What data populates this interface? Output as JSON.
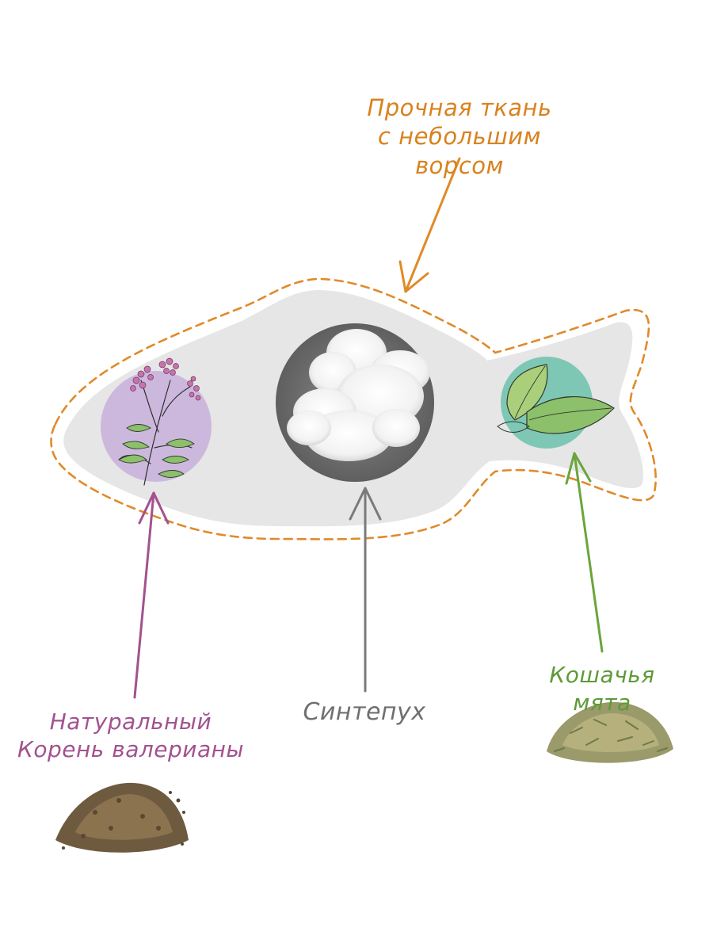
{
  "labels": {
    "fabric_line1": "Прочная ткань",
    "fabric_line2": "с небольшим ворсом",
    "valerian_line1": "Натуральный",
    "valerian_line2": "Корень валерианы",
    "syntepuh": "Синтепух",
    "catnip": "Кошачья мята"
  },
  "colors": {
    "fabric": "#d9821e",
    "valerian": "#a2528f",
    "syntepuh": "#6f6f6f",
    "catnip": "#5e9a38",
    "fish_body": "#e6e6e6",
    "valerian_circle": "#cdb8dd",
    "syntepuh_circle": "#6e6e6e",
    "catnip_circle": "#7fc7b5"
  },
  "icons": [
    "valerian-flower-icon",
    "cloud-icon",
    "mint-leaves-icon",
    "valerian-root-pile-icon",
    "catnip-pile-icon"
  ]
}
